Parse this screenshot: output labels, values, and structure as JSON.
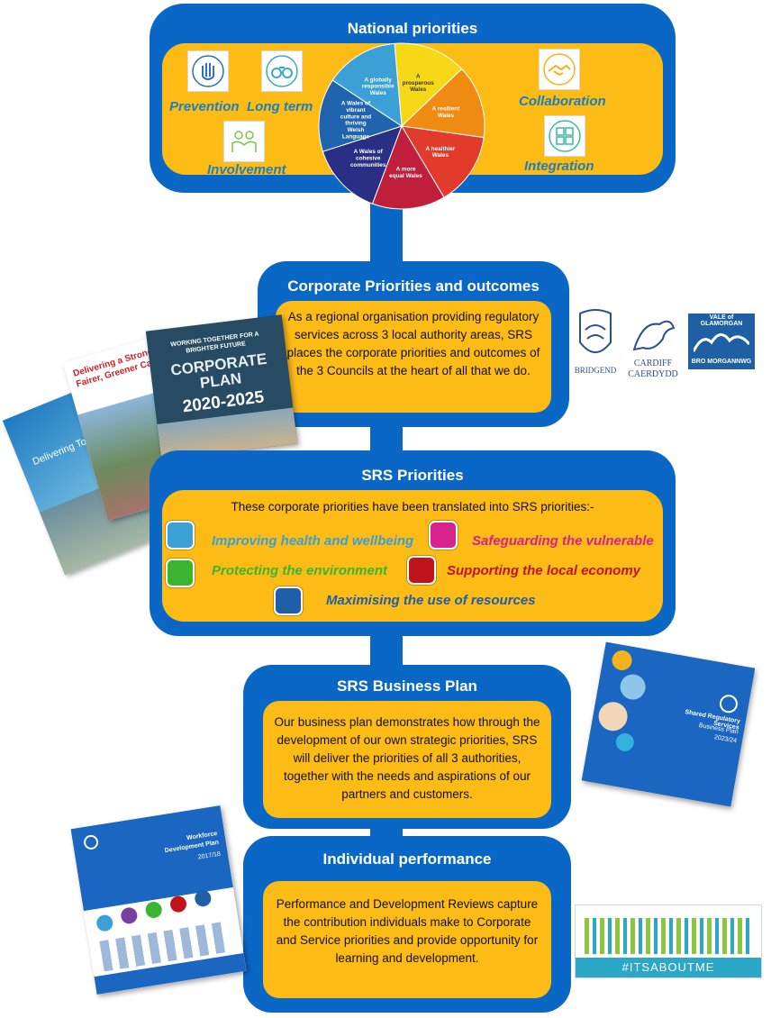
{
  "national": {
    "title": "National priorities",
    "principles": [
      {
        "label": "Prevention",
        "icon": "hand-icon"
      },
      {
        "label": "Long term",
        "icon": "binoculars-icon"
      },
      {
        "label": "Involvement",
        "icon": "people-icon"
      },
      {
        "label": "Collaboration",
        "icon": "handshake-icon"
      },
      {
        "label": "Integration",
        "icon": "puzzle-icon"
      }
    ],
    "goals": [
      {
        "label": "A prosperous Wales",
        "color": "#f7d817"
      },
      {
        "label": "A resilient Wales",
        "color": "#ef8a13"
      },
      {
        "label": "A healthier Wales",
        "color": "#e23b2c"
      },
      {
        "label": "A more equal Wales",
        "color": "#c01f3c"
      },
      {
        "label": "A Wales of cohesive communities",
        "color": "#2a2f86"
      },
      {
        "label": "A Wales of vibrant culture and thriving Welsh Language",
        "color": "#1f64ad"
      },
      {
        "label": "A globally responsible Wales",
        "color": "#3aa0d6"
      }
    ]
  },
  "corporate": {
    "title": "Corporate Priorities and outcomes",
    "text": "As a regional organisation providing regulatory services across 3 local authority areas, SRS places the corporate priorities and outcomes of the 3 Councils at the heart of all that we do.",
    "plans": {
      "cardiff": "Delivering a Stronger, Fairer, Greener Cardiff",
      "vale_kicker": "WORKING TOGETHER FOR A BRIGHTER FUTURE",
      "vale_title": "CORPORATE PLAN",
      "vale_years": "2020-2025",
      "bridgend": "Delivering Together"
    },
    "logos": {
      "bridgend": "BRIDGEND",
      "cardiff_top": "CARDIFF",
      "cardiff_bottom": "CAERDYDD",
      "vale_top": "VALE of GLAMORGAN",
      "vale_bottom": "BRO MORGANNWG"
    }
  },
  "srs": {
    "title": "SRS Priorities",
    "intro": "These corporate priorities have been translated into SRS priorities:-",
    "priorities": [
      {
        "label": "Improving health and wellbeing",
        "color": "#3aa0d6"
      },
      {
        "label": "Safeguarding the vulnerable",
        "color": "#d6228a"
      },
      {
        "label": "Protecting the environment",
        "color": "#3cb52e"
      },
      {
        "label": "Supporting the local economy",
        "color": "#c0141c"
      },
      {
        "label": "Maximising the use of resources",
        "color": "#1e5fa8"
      }
    ]
  },
  "business": {
    "title": "SRS Business Plan",
    "text": "Our business plan demonstrates how through the development of our own strategic priorities, SRS will deliver the priorities of all 3 authorities, together with the needs and aspirations of our partners and customers.",
    "cover": {
      "org": "Shared Regulatory Services",
      "doc": "Business Plan",
      "year": "2023/24"
    }
  },
  "individual": {
    "title": "Individual performance",
    "text": "Performance and Development Reviews capture the contribution individuals make to Corporate and Service priorities and provide opportunity for learning and development.",
    "workforce": {
      "doc": "Workforce Development Plan",
      "year": "2017/18"
    },
    "banner": "#ITSABOUTME"
  }
}
